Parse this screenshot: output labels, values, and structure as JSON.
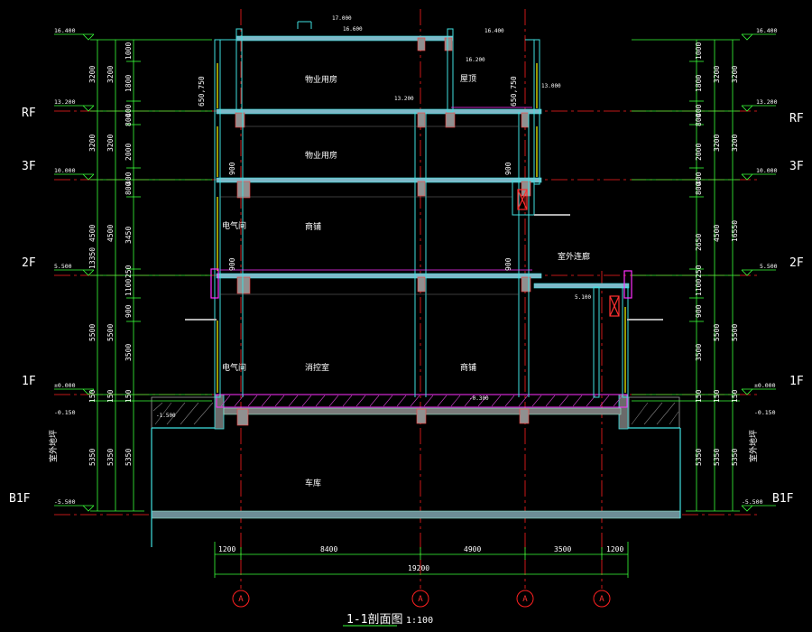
{
  "drawing": {
    "title": "1-1剖面图",
    "scale": "1:100",
    "colors": {
      "background": "#000000",
      "axis": "#ff2020",
      "wall": "#3fe0e0",
      "slab": "#7fb8c8",
      "dimension": "#39ff39",
      "text": "#ffffff",
      "accent": "#ff30ff",
      "window": "#ffff00",
      "hatch": "#a0a0a0"
    }
  },
  "floor_labels": {
    "left": [
      {
        "key": "rf",
        "text": "RF"
      },
      {
        "key": "f3",
        "text": "3F"
      },
      {
        "key": "f2",
        "text": "2F"
      },
      {
        "key": "f1",
        "text": "1F"
      },
      {
        "key": "b1f",
        "text": "B1F"
      }
    ],
    "right": [
      {
        "key": "rf",
        "text": "RF"
      },
      {
        "key": "f3",
        "text": "3F"
      },
      {
        "key": "f2",
        "text": "2F"
      },
      {
        "key": "f1",
        "text": "1F"
      },
      {
        "key": "b1f",
        "text": "B1F"
      }
    ]
  },
  "elevations": {
    "left": [
      "16.400",
      "13.200",
      "10.000",
      "5.500",
      "±0.000",
      "-0.150",
      "-5.500"
    ],
    "right": [
      "16.400",
      "13.200",
      "10.000",
      "5.500",
      "±0.000",
      "-0.150",
      "-5.500"
    ],
    "inner": [
      "17.000",
      "16.600",
      "16.400",
      "16.200",
      "13.200",
      "13.000",
      "5.100",
      "-0.300",
      "-1.500"
    ]
  },
  "vertical_dims": {
    "outer_total_left": "13350",
    "outer_total_right": "16550",
    "level_left": [
      "3200",
      "3200",
      "4500",
      "5500",
      "150",
      "5350"
    ],
    "detail": [
      "1000",
      "1800",
      "400",
      "800",
      "2000",
      "400",
      "800",
      "3450",
      "250",
      "1100",
      "900",
      "3500",
      "150",
      "5350"
    ],
    "level_right": [
      "3200",
      "3200",
      "4500",
      "5500",
      "150",
      "5350"
    ],
    "detail_right": [
      "1000",
      "1800",
      "400",
      "800",
      "2000",
      "400",
      "800",
      "2650",
      "250",
      "1100",
      "900",
      "3500",
      "150",
      "5350"
    ]
  },
  "horizontal_dims": {
    "segments": [
      "1200",
      "8400",
      "4900",
      "3500",
      "1200"
    ],
    "total": "19200"
  },
  "grid_bubbles": [
    "A",
    "A",
    "A",
    "A"
  ],
  "rooms": [
    {
      "key": "r1",
      "text": "物业用房"
    },
    {
      "key": "r2",
      "text": "屋顶"
    },
    {
      "key": "r3",
      "text": "物业用房"
    },
    {
      "key": "r4",
      "text": "电气间"
    },
    {
      "key": "r5",
      "text": "商铺"
    },
    {
      "key": "r6",
      "text": "室外连廊"
    },
    {
      "key": "r7",
      "text": "电气间"
    },
    {
      "key": "r8",
      "text": "消控室"
    },
    {
      "key": "r9",
      "text": "商铺"
    },
    {
      "key": "r10",
      "text": "车库"
    },
    {
      "key": "r11",
      "text": "室外地坪"
    },
    {
      "key": "r12",
      "text": "室外地坪"
    }
  ],
  "misc_dims": [
    "650,750",
    "650,750",
    "900",
    "900",
    "900",
    "900"
  ]
}
